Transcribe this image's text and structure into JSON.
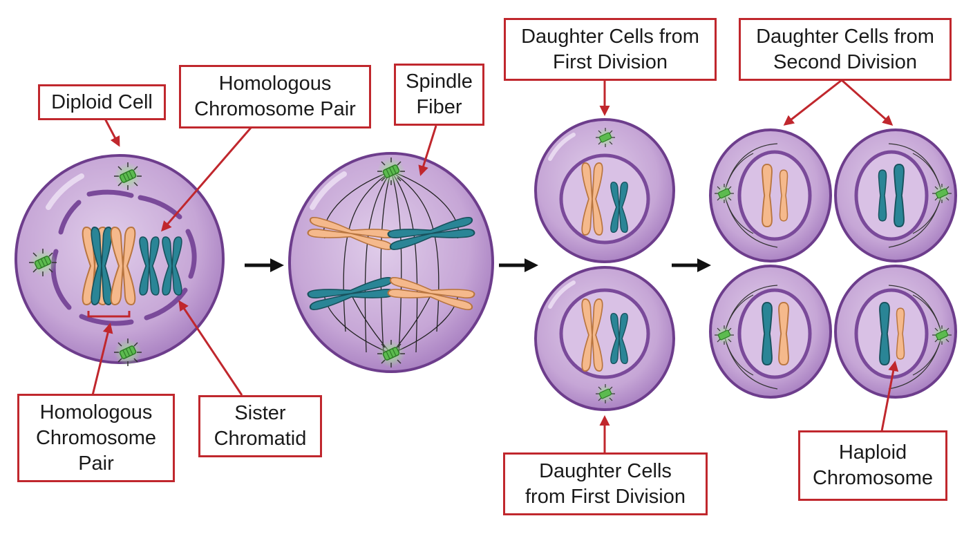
{
  "labels": {
    "diploid_cell": "Diploid Cell",
    "homologous_pair_top": [
      "Homologous",
      "Chromosome Pair"
    ],
    "spindle_fiber": [
      "Spindle",
      "Fiber"
    ],
    "daughter_first_top": [
      "Daughter Cells from",
      "First Division"
    ],
    "daughter_second": [
      "Daughter Cells from",
      "Second Division"
    ],
    "homologous_pair_bottom": [
      "Homologous",
      "Chromosome",
      "Pair"
    ],
    "sister_chromatid": [
      "Sister",
      "Chromatid"
    ],
    "daughter_first_bottom": [
      "Daughter Cells",
      "from First Division"
    ],
    "haploid_chromosome": [
      "Haploid",
      "Chromosome"
    ]
  },
  "colors": {
    "cell_fill": "#c6a6d6",
    "cell_edge": "#6d3d8c",
    "nucleus_membrane": "#7a4a9a",
    "chromosome_orange": "#f5b98c",
    "chromosome_orange_edge": "#b8753f",
    "chromosome_teal": "#2a8596",
    "chromosome_teal_edge": "#17515c",
    "centrosome": "#5cbb4f",
    "label_border": "#c0272d",
    "arrow_red": "#c0272d",
    "arrow_black": "#111111"
  }
}
